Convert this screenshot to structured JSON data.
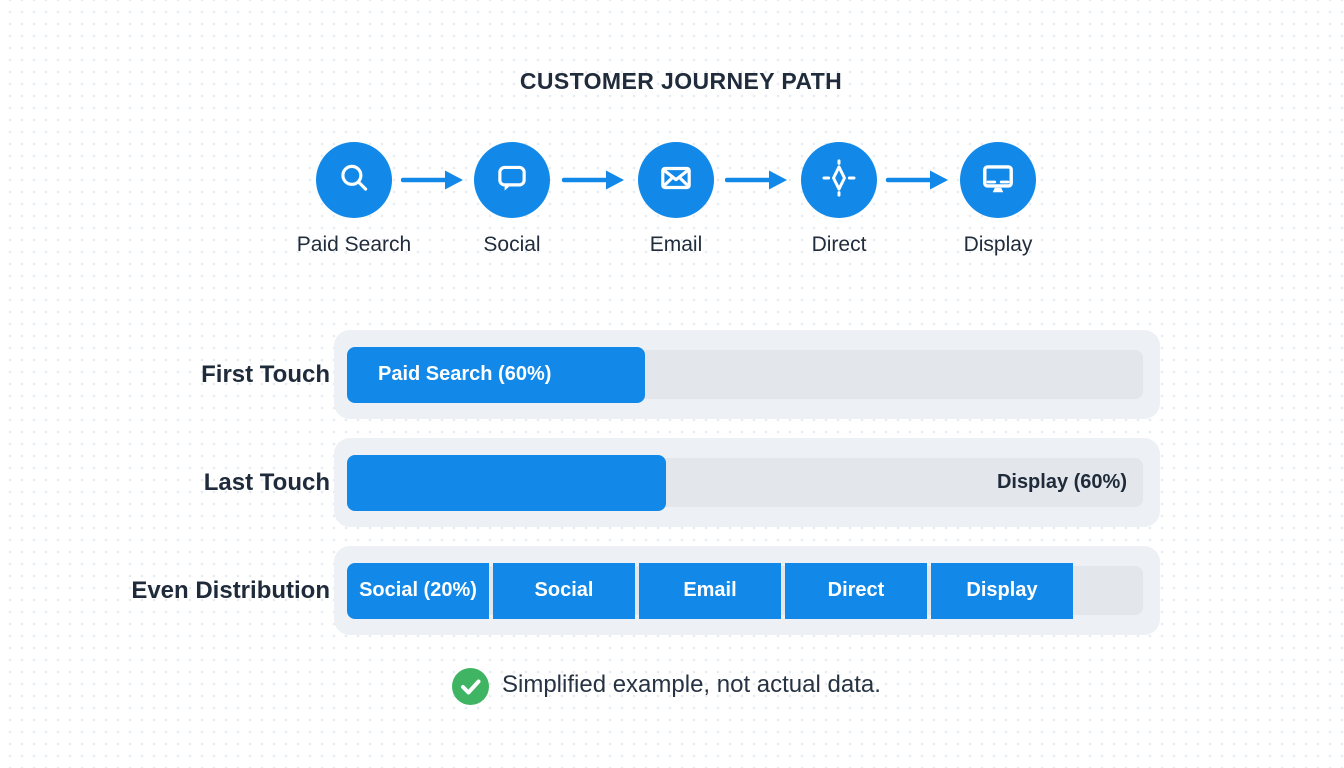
{
  "title": "CUSTOMER JOURNEY PATH",
  "journey": {
    "steps": [
      {
        "label": "Paid Search",
        "icon": "search-icon"
      },
      {
        "label": "Social",
        "icon": "chat-bubble-icon"
      },
      {
        "label": "Email",
        "icon": "envelope-icon"
      },
      {
        "label": "Direct",
        "icon": "direct-compass-icon"
      },
      {
        "label": "Display",
        "icon": "monitor-icon"
      }
    ],
    "arrow_icon": "arrow-right-icon"
  },
  "attribution": {
    "rows": [
      {
        "label": "First Touch",
        "fill_label": "Paid Search (60%)",
        "percent_shown": 60,
        "value_position": "inside-fill"
      },
      {
        "label": "Last Touch",
        "value_label": "Display (60%)",
        "percent_shown": 60,
        "value_position": "track-right"
      },
      {
        "label": "Even Distribution",
        "percent_shown": 20,
        "segments": [
          "Social (20%)",
          "Social",
          "Email",
          "Direct",
          "Display"
        ]
      }
    ]
  },
  "footer": {
    "icon": "check-icon",
    "note": "Simplified example, not actual data."
  },
  "colors": {
    "accent_blue": "#1289e8",
    "dark_navy": "#1f2b3a",
    "success_green": "#3fb463",
    "container_gray": "#edf0f4",
    "track_gray": "#e3e6ea"
  }
}
